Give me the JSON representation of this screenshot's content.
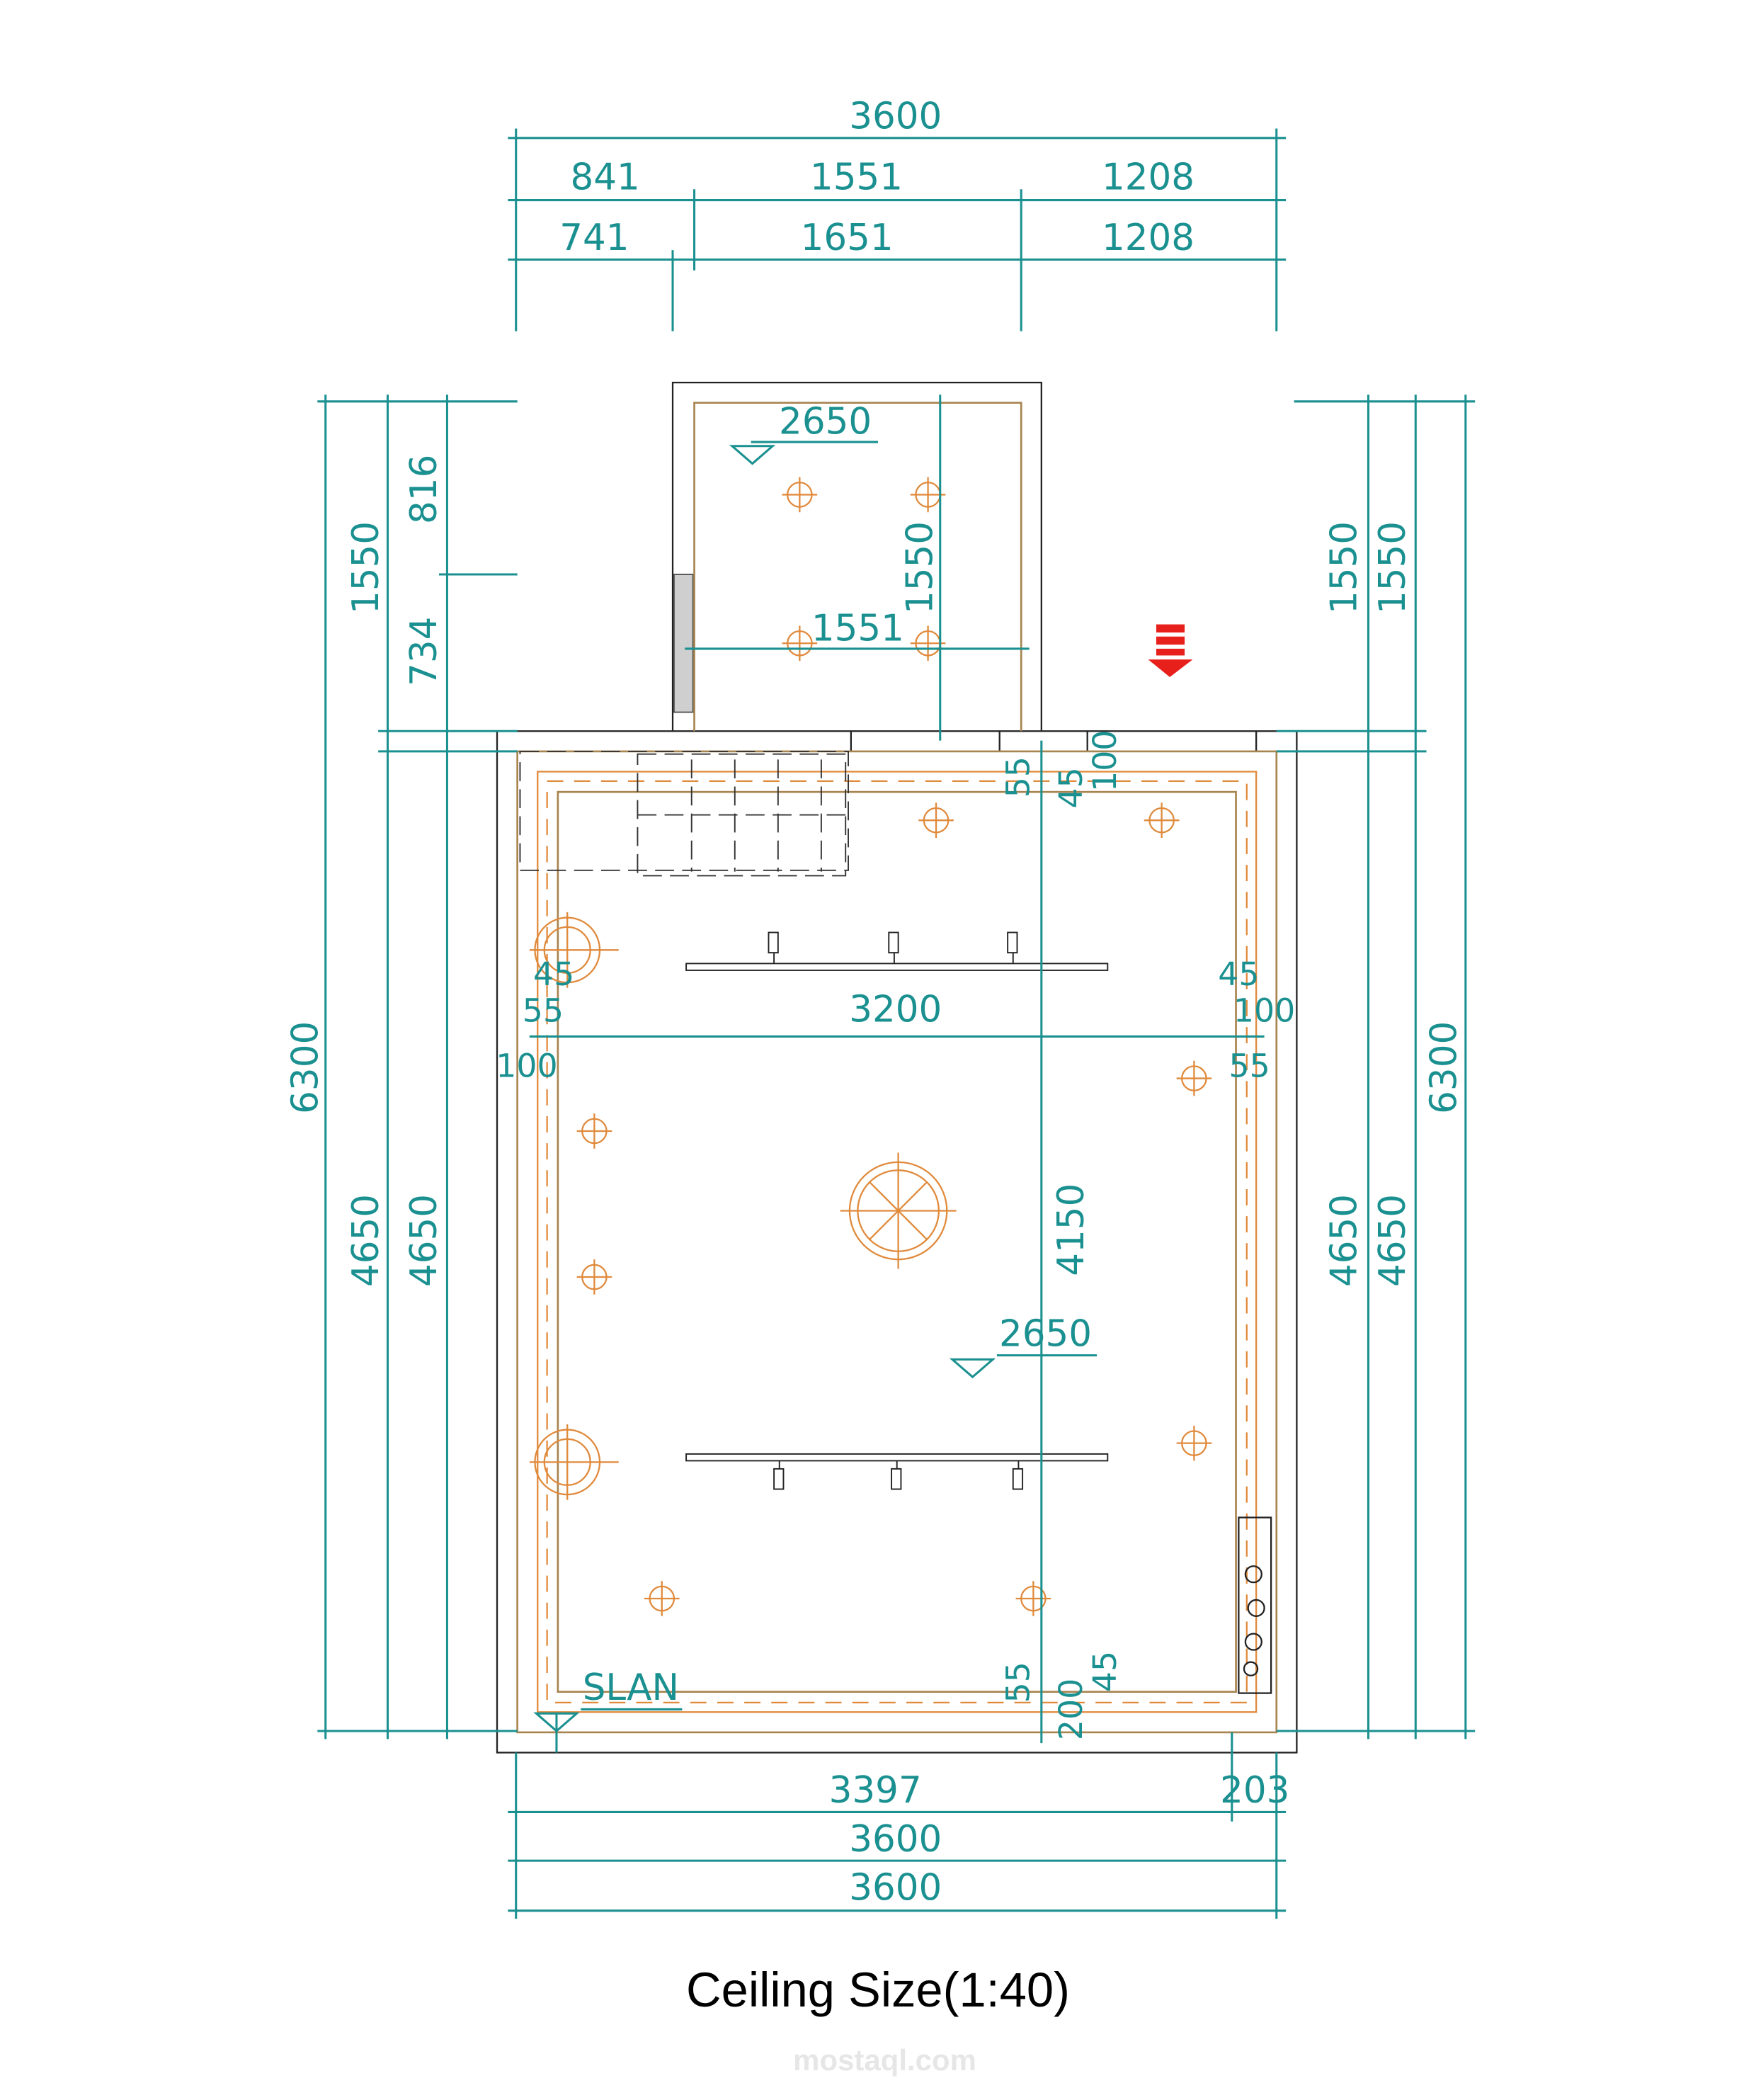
{
  "title": "Ceiling Size(1:40)",
  "watermark": "mostaql.com",
  "colors": {
    "dimension": "#1b9090",
    "light": "#e08a3c",
    "ceiling_edge": "#a88450",
    "arrow": "#e8201c"
  },
  "top_dims": {
    "overall": "3600",
    "row1": [
      "841",
      "1551",
      "1208"
    ],
    "row2": [
      "741",
      "1651",
      "1208"
    ]
  },
  "left_dims": {
    "overall": "6300",
    "upper": "1550",
    "upper_a": "816",
    "upper_b": "734",
    "lower_a": "4650",
    "lower_b": "4650"
  },
  "right_dims": {
    "overall": "6300",
    "upper_a": "1550",
    "upper_b": "1550",
    "lower_a": "4650",
    "lower_b": "4650"
  },
  "bottom_dims": {
    "row1": [
      "3397",
      "203"
    ],
    "row2": "3600",
    "row3": "3600"
  },
  "alcove": {
    "height_mark": "2650",
    "depth": "1550",
    "width": "1551"
  },
  "room": {
    "width_inner": "3200",
    "depth_inner": "4150",
    "height_mark": "2650",
    "floor_mark": "SLAN",
    "left_offsets": [
      "45",
      "55",
      "100"
    ],
    "right_offsets": [
      "45",
      "100",
      "55"
    ],
    "top_offsets": [
      "55",
      "45",
      "100"
    ],
    "bottom_offsets": [
      "55",
      "200",
      "45"
    ]
  }
}
